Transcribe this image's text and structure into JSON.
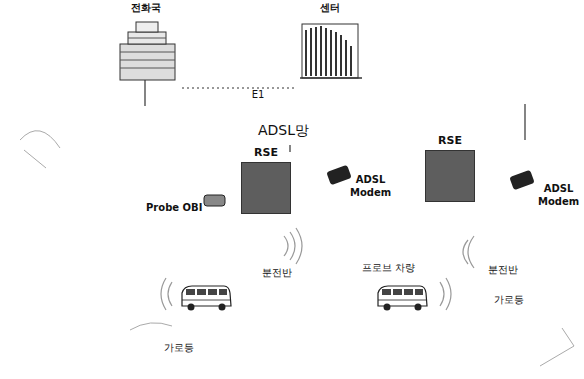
{
  "diagram": {
    "nodes": [
      {
        "text": [
          "전화국"
        ]
      },
      {
        "text": [
          "센터"
        ]
      },
      {
        "text": [
          "RSE"
        ]
      },
      {
        "text": [
          "RSE"
        ]
      }
    ],
    "edges": [
      {
        "from": 0,
        "to": 1,
        "label": "E1",
        "arrow": "none"
      }
    ],
    "labels": [
      "ADSL망",
      "ADSL Modem",
      "Probe OBI",
      "분전반",
      "가로등",
      "ADSL Modem",
      "프로브 차량",
      "분전반",
      "가로등"
    ]
  }
}
